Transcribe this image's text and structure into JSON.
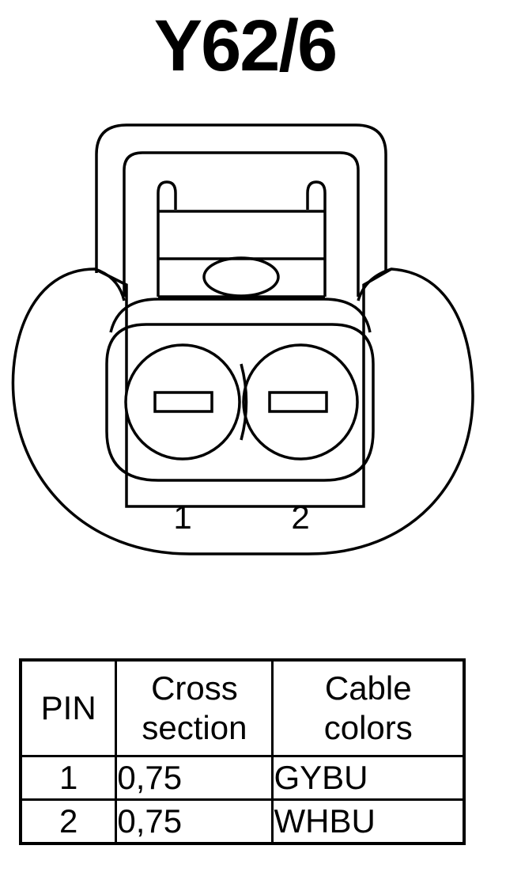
{
  "title": "Y62/6",
  "connector": {
    "pins": [
      "1",
      "2"
    ]
  },
  "table": {
    "headers": {
      "pin": "PIN",
      "cross_section_line1": "Cross",
      "cross_section_line2": "section",
      "cable_colors_line1": "Cable",
      "cable_colors_line2": "colors"
    },
    "rows": [
      {
        "pin": "1",
        "cross_section": "0,75",
        "color": "GYBU"
      },
      {
        "pin": "2",
        "cross_section": "0,75",
        "color": "WHBU"
      }
    ]
  }
}
